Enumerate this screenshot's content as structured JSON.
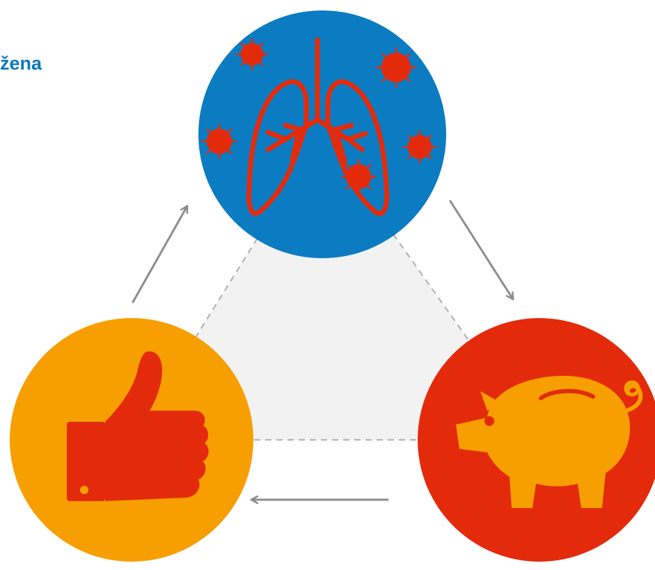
{
  "heading_fragment": "žena",
  "nodes": [
    {
      "id": "lungs-virus",
      "icon": "lungs-virus-icon",
      "fill": "#0b7cc1",
      "icon_color": "#e32b0c"
    },
    {
      "id": "piggy-bank",
      "icon": "piggy-bank-icon",
      "fill": "#e32b0c",
      "icon_color": "#f79e00"
    },
    {
      "id": "thumbs-up",
      "icon": "thumbs-up-icon",
      "fill": "#f79e00",
      "icon_color": "#e32b0c"
    }
  ],
  "connectors": {
    "arrow_color": "#8c8c8c",
    "dashed_color": "#b3b3b3",
    "triangle_fill": "#f2f2f2"
  }
}
